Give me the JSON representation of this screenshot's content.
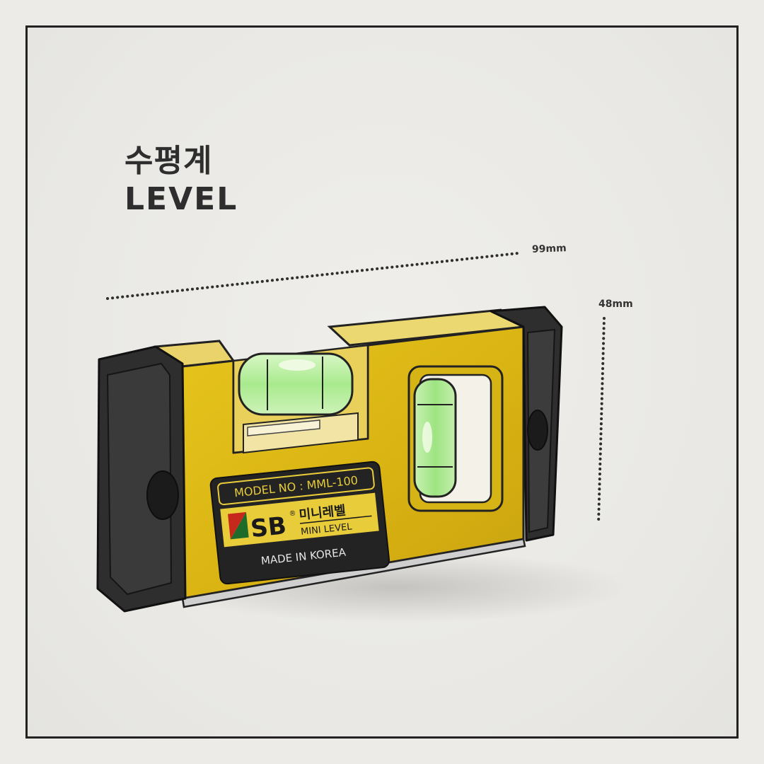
{
  "title": {
    "korean": "수평계",
    "english": "LEVEL"
  },
  "dimensions": {
    "width": "99mm",
    "height": "48mm"
  },
  "plate": {
    "model": "MODEL NO : MML-100",
    "brand": "SB",
    "registered": "®",
    "product_ko": "미니레벨",
    "product_en": "MINI LEVEL",
    "origin": "MADE IN KOREA"
  },
  "colors": {
    "body": "#d9b514",
    "end_caps": "#2b2b2b",
    "vial": "#b8f0a0",
    "plate": "#222222",
    "plate_text": "#e8cc3a",
    "brand_red": "#c6281c",
    "brand_green": "#1f6b2a"
  }
}
